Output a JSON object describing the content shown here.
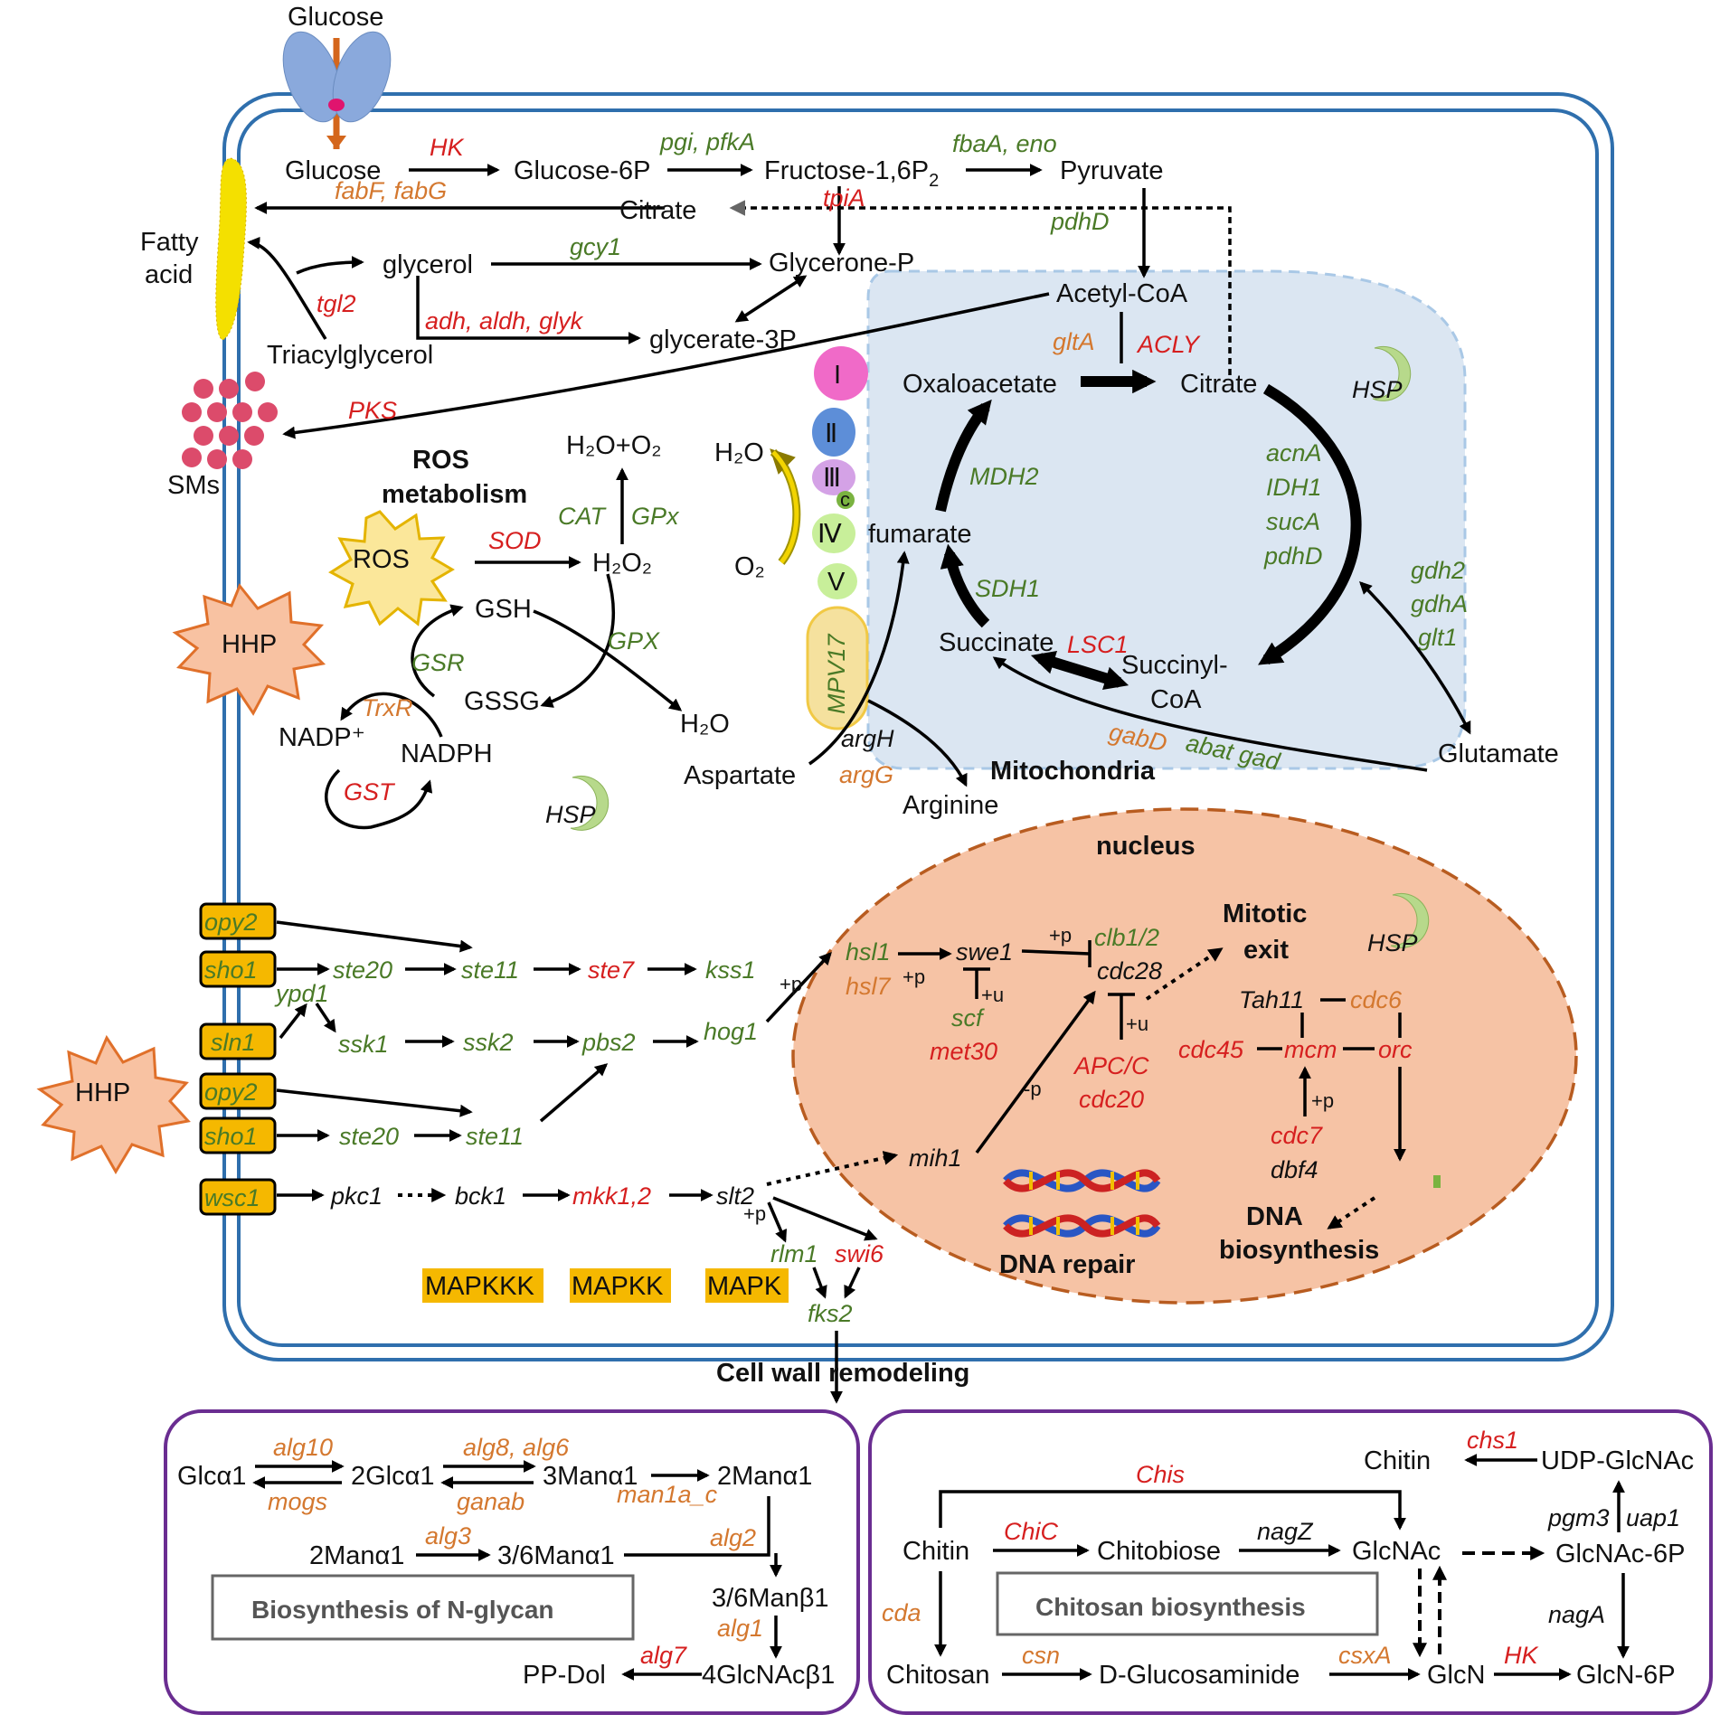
{
  "colors": {
    "membrane": "#2f6fad",
    "mito_fill": "#dbe6f2",
    "mito_border": "#a9c8e6",
    "nucleus_fill": "#f6c3a5",
    "nucleus_border": "#b85c20",
    "box_border": "#6a2d91",
    "gene_green": "#4a7a27",
    "gene_red": "#d61f1f",
    "gene_orange": "#d4782f",
    "receptor_fill": "#f5b800",
    "mapk_label_fill": "#f5b800",
    "burst_fill": "#f8c2a2",
    "burst_stroke": "#e0702a",
    "ros_fill": "#fbe79a",
    "ros_stroke": "#e4b400"
  },
  "labels": {
    "glucose_outside": "Glucose",
    "glucose": "Glucose",
    "hk": "HK",
    "glucose6p": "Glucose-6P",
    "pgi_pfka": "pgi, pfkA",
    "fructose": "Fructose-1,6P",
    "fructose_sub": "2",
    "fbaa_eno": "fbaA, eno",
    "pyruvate": "Pyruvate",
    "fabf_fabg": "fabF, fabG",
    "citrate_top": "Citrate",
    "tpia": "tpiA",
    "pdhd_top": "pdhD",
    "fatty_acid_1": "Fatty",
    "fatty_acid_2": "acid",
    "glycerol": "glycerol",
    "gcy1": "gcy1",
    "glycerone": "Glycerone-P",
    "tgl2": "tgl2",
    "adh_aldh_glyk": "adh, aldh, glyk",
    "glycerate": "glycerate-3P",
    "triacylglycerol": "Triacylglycerol",
    "acetylcoa": "Acetyl-CoA",
    "glta": "gltA",
    "acly": "ACLY",
    "oxaloacetate": "Oxaloacetate",
    "citrate_tca": "Citrate",
    "pks": "PKS",
    "sms": "SMs",
    "ros_met_1": "ROS",
    "ros_met_2": "metabolism",
    "h2o_o2": "H₂O+O₂",
    "cat": "CAT",
    "gpx_upper": "GPx",
    "ros": "ROS",
    "sod": "SOD",
    "h2o2": "H₂O₂",
    "hhp": "HHP",
    "gsh": "GSH",
    "gsr": "GSR",
    "gpx": "GPX",
    "gssg": "GSSG",
    "trxr": "TrxR",
    "nadp": "NADP⁺",
    "nadph": "NADPH",
    "gst": "GST",
    "h2o_bottom": "H₂O",
    "hsp": "HSP",
    "h2o_mito": "H₂O",
    "o2_mito": "O₂",
    "complex_1": "I",
    "complex_2": "Ⅱ",
    "complex_3": "Ⅲ",
    "complex_c": "c",
    "complex_4": "Ⅳ",
    "complex_5": "V",
    "mpv17": "MPV17",
    "mdh2": "MDH2",
    "fumarate": "fumarate",
    "acna": "acnA",
    "idh1": "IDH1",
    "suca": "sucA",
    "pdhd": "pdhD",
    "sdh1": "SDH1",
    "succinate": "Succinate",
    "lsc1": "LSC1",
    "succinylcoa_1": "Succinyl-",
    "succinylcoa_2": "CoA",
    "gdh2": "gdh2",
    "gdha": "gdhA",
    "glt1": "glt1",
    "argh": "argH",
    "argg": "argG",
    "aspartate": "Aspartate",
    "arginine": "Arginine",
    "mitochondria": "Mitochondria",
    "gabd": "gabD",
    "abat_gad": "abat gad",
    "glutamate": "Glutamate",
    "nucleus": "nucleus",
    "opy2_1": "opy2",
    "sho1_1": "sho1",
    "sln1": "sln1",
    "opy2_2": "opy2",
    "sho1_2": "sho1",
    "wsc1": "wsc1",
    "ste20_1": "ste20",
    "ste11_1": "ste11",
    "ste7": "ste7",
    "kss1": "kss1",
    "ypd1": "ypd1",
    "ssk1": "ssk1",
    "ssk2": "ssk2",
    "pbs2": "pbs2",
    "hog1": "hog1",
    "plus_p_hog": "+p",
    "ste20_2": "ste20",
    "ste11_2": "ste11",
    "pkc1": "pkc1",
    "bck1": "bck1",
    "mkk12": "mkk1,2",
    "slt2": "slt2",
    "plus_p_slt": "+p",
    "rlm1": "rlm1",
    "swi6": "swi6",
    "fks2": "fks2",
    "mapkkk": "MAPKKK",
    "mapkk": "MAPKK",
    "mapk": "MAPK",
    "hsl1": "hsl1",
    "hsl7": "hsl7",
    "plus_p_hsl": "+p",
    "swe1": "swe1",
    "plus_p_swe": "+p",
    "clb12": "clb1/2",
    "cdc28": "cdc28",
    "plus_u_scf": "+u",
    "scf": "scf",
    "met30": "met30",
    "plus_u_apc": "+u",
    "apcc": "APC/C",
    "cdc20": "cdc20",
    "minus_p": "-p",
    "mih1": "mih1",
    "mitotic_1": "Mitotic",
    "mitotic_2": "exit",
    "tah11": "Tah11",
    "cdc6": "cdc6",
    "cdc45": "cdc45",
    "mcm": "mcm",
    "orc": "orc",
    "plus_p_cdc7": "+p",
    "cdc7": "cdc7",
    "dbf4": "dbf4",
    "dna_bio_1": "DNA",
    "dna_bio_2": "biosynthesis",
    "dna_repair": "DNA repair",
    "cell_wall": "Cell wall remodeling",
    "glca1": "Glcα1",
    "alg10": "alg10",
    "mogs": "mogs",
    "two_glca1": "2Glcα1",
    "alg8_alg6": "alg8, alg6",
    "ganab": "ganab",
    "three_mana1": "3Manα1",
    "man1a_c": "man1a_c",
    "two_mana1_a": "2Manα1",
    "two_mana1_b": "2Manα1",
    "alg3": "alg3",
    "three6mana1": "3/6Manα1",
    "alg2": "alg2",
    "three6manb1": "3/6Manβ1",
    "alg1": "alg1",
    "ppdol": "PP-Dol",
    "alg7": "alg7",
    "four_glcnacb1": "4GlcNAcβ1",
    "nglycan": "Biosynthesis of N-glycan",
    "chis": "Chis",
    "chitin_top": "Chitin",
    "chs1": "chs1",
    "udp_glcnac": "UDP-GlcNAc",
    "pgm3": "pgm3",
    "uap1": "uap1",
    "chitin_left": "Chitin",
    "chic": "ChiC",
    "chitobiose": "Chitobiose",
    "nagz": "nagZ",
    "glcnac": "GlcNAc",
    "glcnac6p": "GlcNAc-6P",
    "cda": "cda",
    "naga": "nagA",
    "chitosan_bio": "Chitosan biosynthesis",
    "chitosan": "Chitosan",
    "csn": "csn",
    "dglucosaminide": "D-Glucosaminide",
    "csxa": "csxA",
    "glcn": "GlcN",
    "hk_bottom": "HK",
    "glcn6p": "GlcN-6P"
  }
}
